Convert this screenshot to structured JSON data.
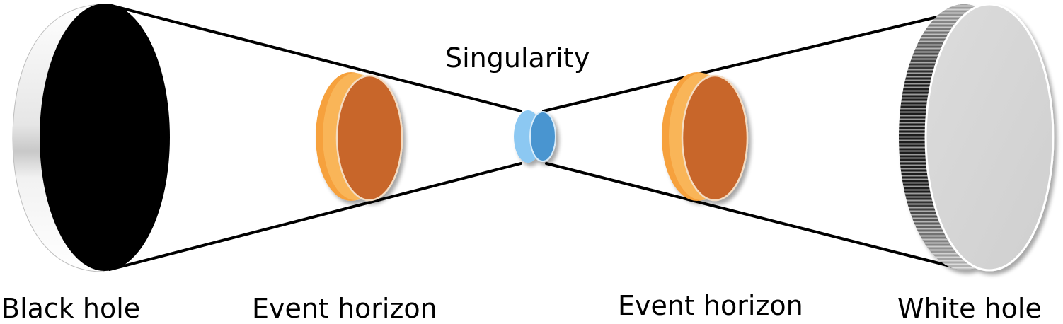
{
  "labels": {
    "singularity": "Singularity",
    "black_hole": "Black hole",
    "event_horizon_left": "Event horizon",
    "event_horizon_right": "Event horizon",
    "white_hole": "White hole"
  },
  "colors": {
    "black_hole_face": "#000000",
    "white_hole_face": "#d4d4d4",
    "event_horizon_face": "#c8662b",
    "event_horizon_rim": "#f6a13d",
    "singularity_face": "#4a95d0",
    "singularity_rim": "#8cc8f2",
    "cone_lines": "#000000"
  }
}
